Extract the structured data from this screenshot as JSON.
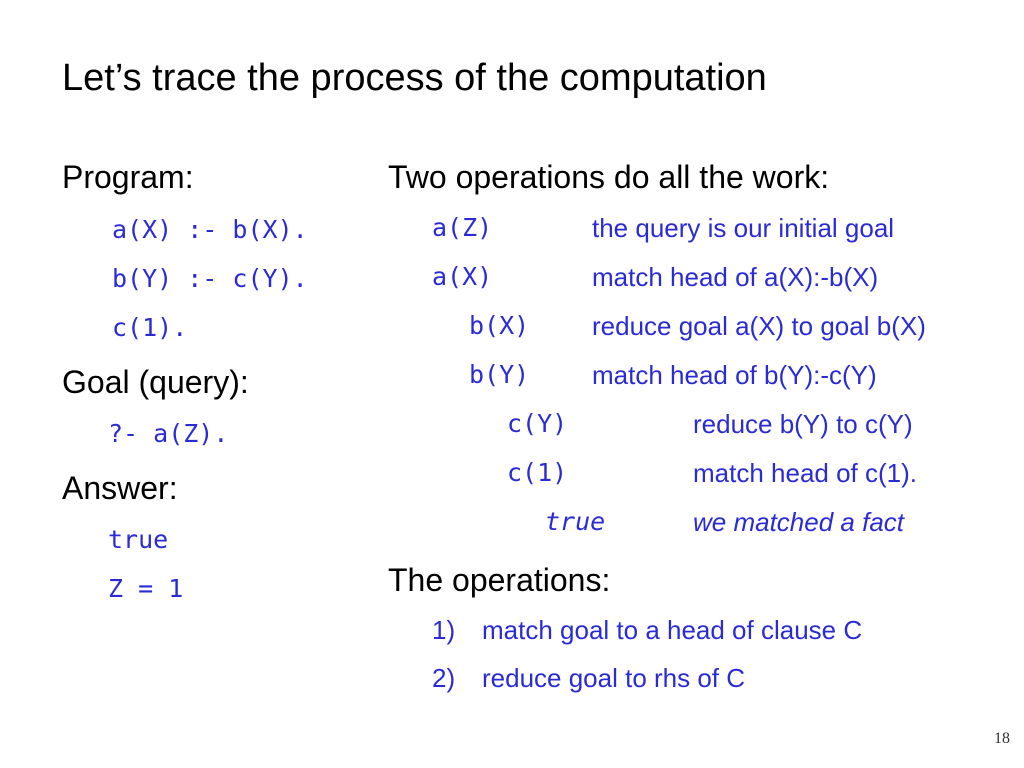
{
  "title": "Let’s trace the process of the computation",
  "left": {
    "program_heading": "Program:",
    "program_lines": [
      "a(X) :- b(X).",
      "b(Y) :- c(Y).",
      "c(1)."
    ],
    "goal_heading": "Goal (query):",
    "goal_line": "?- a(Z).",
    "answer_heading": "Answer:",
    "answer_lines": [
      "true",
      "Z = 1"
    ]
  },
  "right": {
    "ops_heading": "Two operations do all the work:",
    "trace": [
      {
        "code": "a(Z)",
        "note": "the query is our initial goal"
      },
      {
        "code": "a(X)",
        "note": "match head of a(X):-b(X)"
      },
      {
        "code": "b(X)",
        "note": "reduce goal a(X) to goal b(X)"
      },
      {
        "code": "b(Y)",
        "note": "match head of b(Y):-c(Y)"
      },
      {
        "code": "c(Y)",
        "note": "reduce b(Y) to c(Y)"
      },
      {
        "code": "c(1)",
        "note": "match head of c(1)."
      },
      {
        "code": "true",
        "note": "we matched a fact"
      }
    ],
    "operations_heading": "The operations:",
    "operations": [
      {
        "num": "1)",
        "text": "match goal to a head of clause C"
      },
      {
        "num": "2)",
        "text": "reduce goal to rhs of C"
      }
    ]
  },
  "page_number": "18",
  "colors": {
    "accent": "#2b2bd6",
    "text": "#000000"
  }
}
